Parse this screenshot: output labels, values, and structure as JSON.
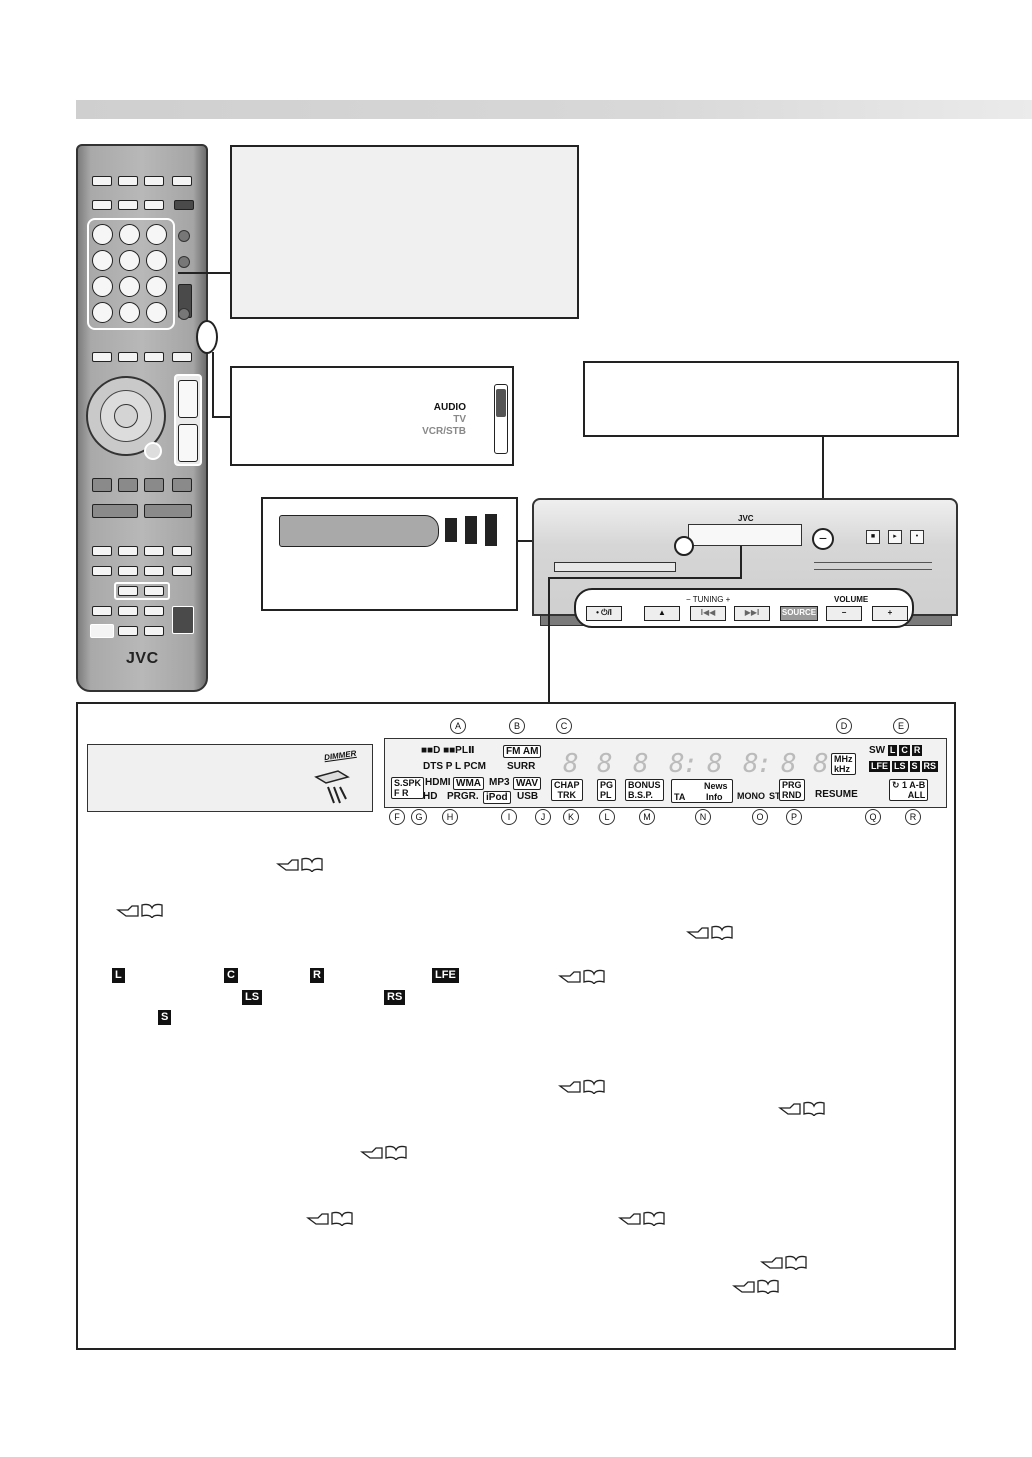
{
  "remote": {
    "brand": "JVC"
  },
  "source_switch": {
    "positions": [
      "AUDIO",
      "TV",
      "VCR/STB"
    ]
  },
  "unit": {
    "brand": "JVC",
    "buttons": {
      "power": "• ⏻/I",
      "eject": "▲",
      "prev": "I◀◀",
      "next": "▶▶I",
      "source": "SOURCE",
      "vol_down": "−",
      "vol_up": "+"
    },
    "labels": {
      "tuning": "− TUNING +",
      "volume": "VOLUME"
    }
  },
  "dimmer": {
    "label": "DIMMER"
  },
  "display": {
    "codecs_top": "■■D ■■PLⅡ",
    "dts_line": "DTS  P L  PCM",
    "fm_am": "FM AM",
    "surr": "SURR",
    "mhz": "MHz",
    "khz": "kHz",
    "sw": "SW",
    "ch_top": [
      "L",
      "C",
      "R"
    ],
    "lfe": "LFE",
    "ch_bottom": [
      "LS",
      "S",
      "RS"
    ],
    "sspk": "S.SPK",
    "sspk_fr": "F    R",
    "hdmi": "HDMI",
    "hd": "HD",
    "prgr": "PRGR.",
    "wma": "WMA",
    "mp3": "MP3",
    "wav": "WAV",
    "ipod": "iPod",
    "usb": "USB",
    "chap": "CHAP",
    "trk": "TRK",
    "pg": "PG",
    "pl": "PL",
    "bonus": "BONUS",
    "bsp": "B.S.P.",
    "ta": "TA",
    "news": "News",
    "info": "Info",
    "mono": "MONO",
    "st": "ST",
    "prg": "PRG",
    "rnd": "RND",
    "resume": "RESUME",
    "repeat": "↻ 1 A-B",
    "all": "ALL",
    "segments": [
      "8",
      "8",
      "8",
      "8:",
      "8",
      "8:",
      "8",
      "8",
      "8"
    ]
  },
  "callouts": {
    "top": [
      "A",
      "B",
      "C",
      "D",
      "E"
    ],
    "bottom": [
      "F",
      "G",
      "H",
      "I",
      "J",
      "K",
      "L",
      "M",
      "N",
      "O",
      "P",
      "Q",
      "R"
    ]
  },
  "legend_channels": {
    "row1": [
      "L",
      "C",
      "R",
      "LFE"
    ],
    "row2": [
      "LS",
      "RS"
    ],
    "row3": [
      "S"
    ]
  },
  "colors": {
    "frame": "#222222",
    "panel_grey": "#f0f0f0",
    "segment_grey": "#bbbbbb",
    "header_bar": "#d3d3d3"
  },
  "icons": {
    "reference": "hand-book-icon"
  }
}
